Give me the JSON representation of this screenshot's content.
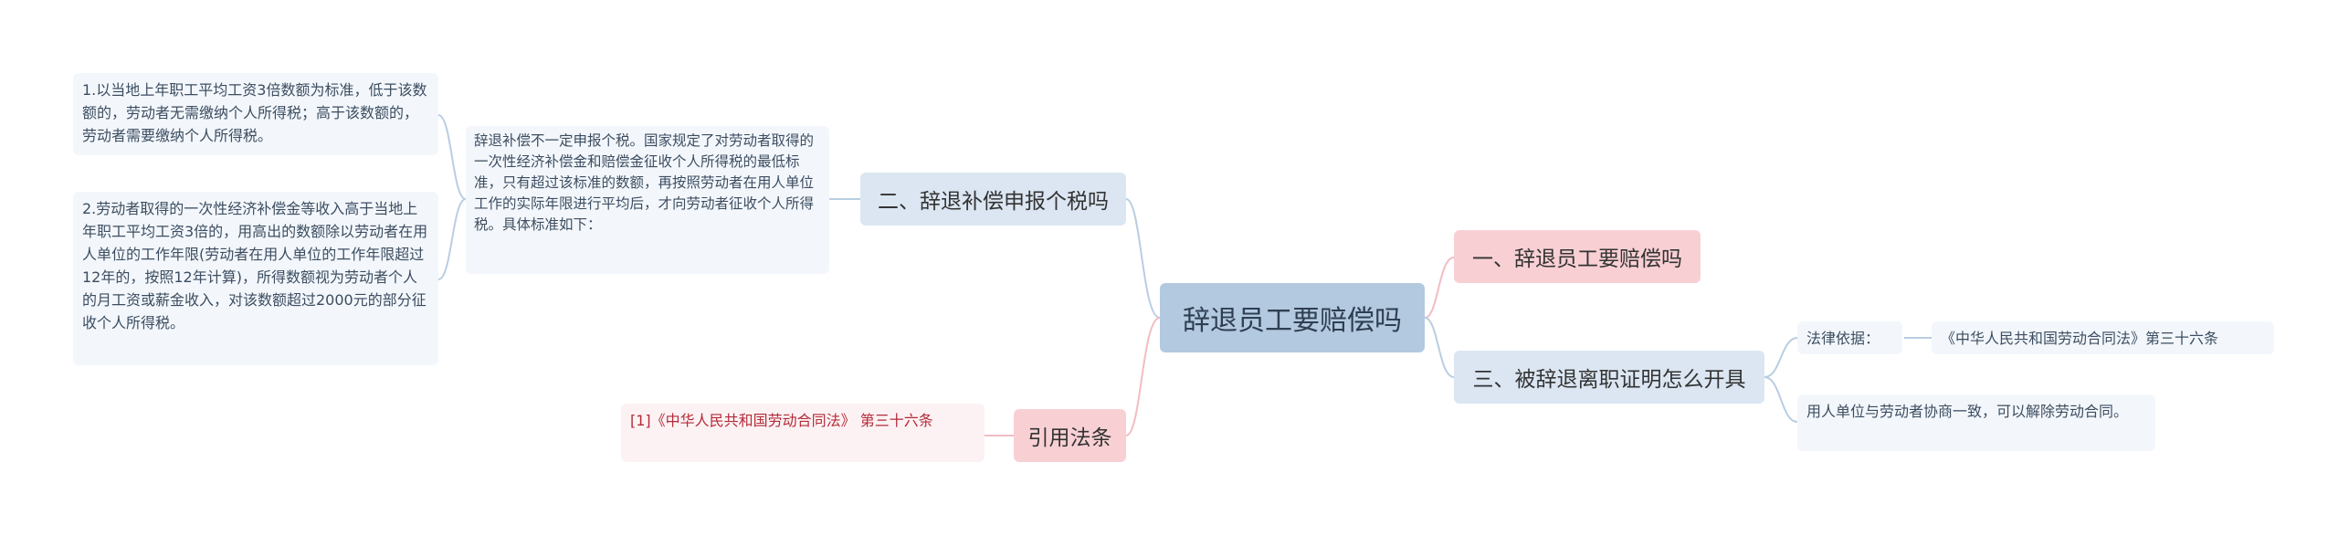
{
  "root": "辞退员工要赔偿吗",
  "branches": {
    "b1": "一、辞退员工要赔偿吗",
    "b2": "二、辞退补偿申报个税吗",
    "b3": "三、被辞退离职证明怎么开具",
    "b4": "引用法条"
  },
  "b2_detail": "辞退补偿不一定申报个税。国家规定了对劳动者取得的一次性经济补偿金和赔偿金征收个人所得税的最低标准，只有超过该标准的数额，再按照劳动者在用人单位工作的实际年限进行平均后，才向劳动者征收个人所得税。具体标准如下：",
  "b2_items": [
    "1.以当地上年职工平均工资3倍数额为标准，低于该数额的，劳动者无需缴纳个人所得税；高于该数额的，劳动者需要缴纳个人所得税。",
    "2.劳动者取得的一次性经济补偿金等收入高于当地上年职工平均工资3倍的，用高出的数额除以劳动者在用人单位的工作年限(劳动者在用人单位的工作年限超过12年的，按照12年计算)，所得数额视为劳动者个人的月工资或薪金收入，对该数额超过2000元的部分征收个人所得税。"
  ],
  "b3_items": {
    "basis_label": "法律依据：",
    "basis_law": "《中华人民共和国劳动合同法》第三十六条",
    "content": "用人单位与劳动者协商一致，可以解除劳动合同。"
  },
  "b4_item": "[1]《中华人民共和国劳动合同法》 第三十六条",
  "colors": {
    "root_bg": "#b3c9e0",
    "blue_branch": "#dbe6f2",
    "pink_branch": "#f8d0d4",
    "leaf_bg": "#f3f7fc",
    "link_blue": "#b9cde2",
    "link_pink": "#f2bcc3",
    "cite_text": "#b22b3a"
  }
}
